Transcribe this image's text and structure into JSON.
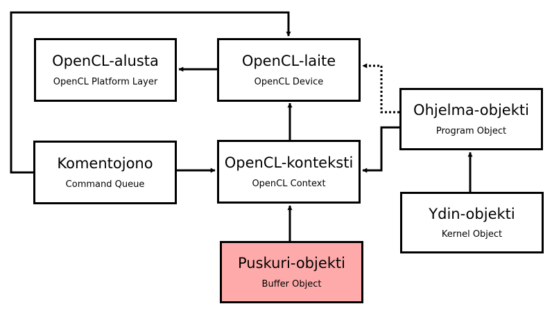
{
  "colors": {
    "highlight_fill": "#ffaaaa",
    "stroke": "#000000",
    "background": "#ffffff"
  },
  "nodes": {
    "platform": {
      "title": "OpenCL-alusta",
      "subtitle": "OpenCL Platform Layer"
    },
    "device": {
      "title": "OpenCL-laite",
      "subtitle": "OpenCL Device"
    },
    "program": {
      "title": "Ohjelma-objekti",
      "subtitle": "Program Object"
    },
    "queue": {
      "title": "Komentojono",
      "subtitle": "Command Queue"
    },
    "context": {
      "title": "OpenCL-konteksti",
      "subtitle": "OpenCL Context"
    },
    "kernel": {
      "title": "Ydin-objekti",
      "subtitle": "Kernel Object"
    },
    "buffer": {
      "title": "Puskuri-objekti",
      "subtitle": "Buffer Object",
      "highlighted": true
    }
  },
  "edges": [
    {
      "from": "device",
      "to": "platform",
      "style": "solid"
    },
    {
      "from": "context",
      "to": "device",
      "style": "solid"
    },
    {
      "from": "queue",
      "to": "context",
      "style": "solid"
    },
    {
      "from": "queue",
      "to": "device",
      "style": "solid"
    },
    {
      "from": "buffer",
      "to": "context",
      "style": "solid"
    },
    {
      "from": "kernel",
      "to": "program",
      "style": "solid"
    },
    {
      "from": "program",
      "to": "context",
      "style": "solid"
    },
    {
      "from": "program",
      "to": "device",
      "style": "dotted"
    }
  ]
}
